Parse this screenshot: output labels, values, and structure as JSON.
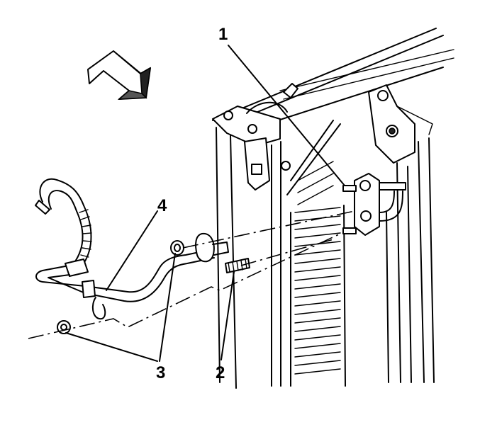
{
  "callouts": {
    "c1": "1",
    "c2": "2",
    "c3": "3",
    "c4": "4"
  },
  "icons": {
    "direction_arrow": "direction-arrow-icon"
  }
}
